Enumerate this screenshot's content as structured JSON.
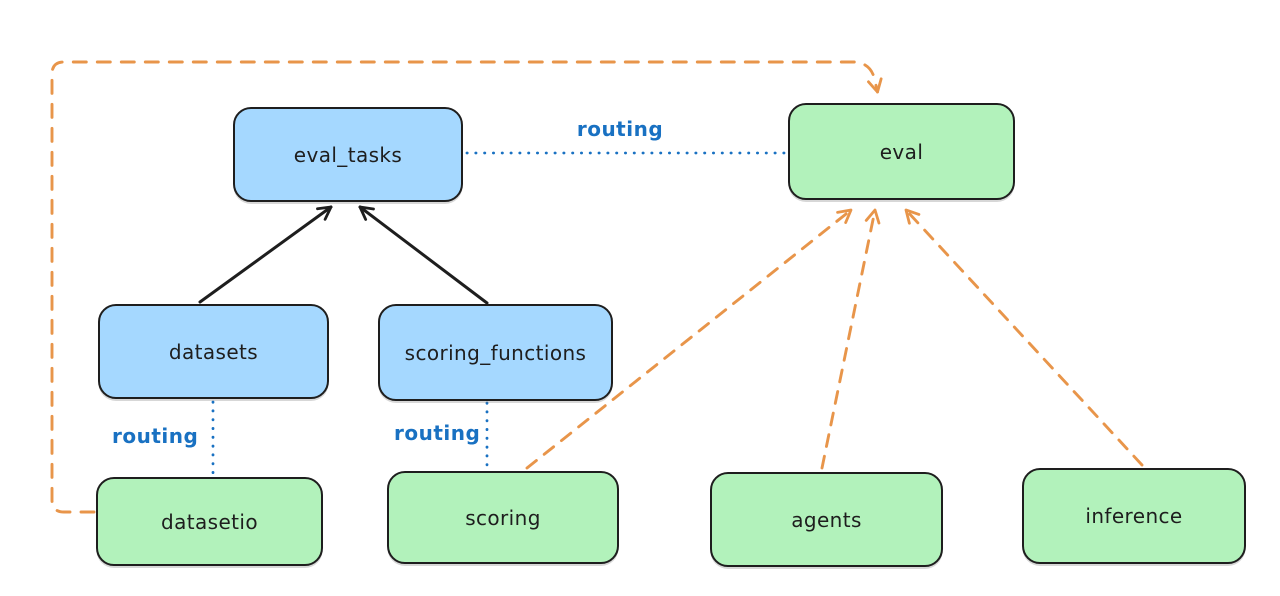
{
  "diagram": {
    "background": "#ffffff",
    "colors": {
      "blue_fill": "#a5d8ff",
      "green_fill": "#b2f2bb",
      "node_stroke": "#1e1e1e",
      "routing_text_blue": "#1971c2",
      "routing_line_blue": "#1971c2",
      "orange_dashed": "#e8954a",
      "black_arrow": "#1e1e1e"
    },
    "nodes": [
      {
        "id": "eval_tasks",
        "label": "eval_tasks",
        "fill": "blue"
      },
      {
        "id": "eval",
        "label": "eval",
        "fill": "green"
      },
      {
        "id": "datasets",
        "label": "datasets",
        "fill": "blue"
      },
      {
        "id": "scoring_functions",
        "label": "scoring_functions",
        "fill": "blue"
      },
      {
        "id": "datasetio",
        "label": "datasetio",
        "fill": "green"
      },
      {
        "id": "scoring",
        "label": "scoring",
        "fill": "green"
      },
      {
        "id": "agents",
        "label": "agents",
        "fill": "green"
      },
      {
        "id": "inference",
        "label": "inference",
        "fill": "green"
      }
    ],
    "edge_labels": {
      "routing_top": "routing",
      "routing_datasets_datasetio": "routing",
      "routing_scoringfns_scoring": "routing"
    },
    "edges": [
      {
        "from": "datasets",
        "to": "eval_tasks",
        "style": "solid-black-arrow"
      },
      {
        "from": "scoring_functions",
        "to": "eval_tasks",
        "style": "solid-black-arrow"
      },
      {
        "from": "eval_tasks",
        "to": "eval",
        "style": "dotted-blue",
        "label": "routing"
      },
      {
        "from": "datasets",
        "to": "datasetio",
        "style": "dotted-blue",
        "label": "routing"
      },
      {
        "from": "scoring_functions",
        "to": "scoring",
        "style": "dotted-blue",
        "label": "routing"
      },
      {
        "from": "datasetio",
        "to": "eval",
        "style": "dashed-orange-arrow"
      },
      {
        "from": "scoring",
        "to": "eval",
        "style": "dashed-orange-arrow"
      },
      {
        "from": "agents",
        "to": "eval",
        "style": "dashed-orange-arrow"
      },
      {
        "from": "inference",
        "to": "eval",
        "style": "dashed-orange-arrow"
      }
    ]
  }
}
